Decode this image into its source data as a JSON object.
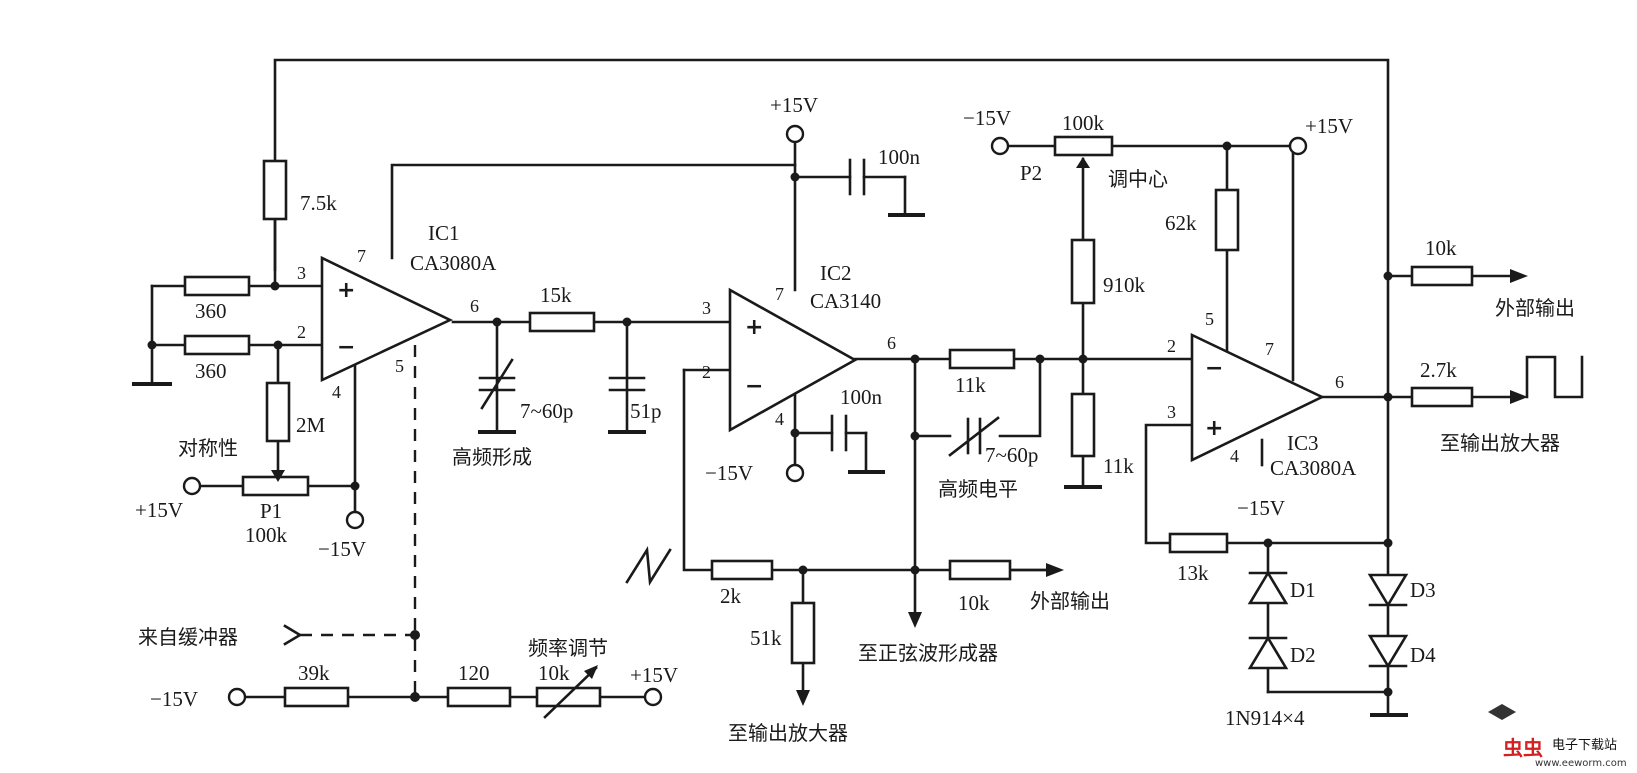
{
  "rails": {
    "pos15v": "+15V",
    "neg15v": "−15V"
  },
  "ics": [
    {
      "id": "IC1",
      "part": "CA3080A"
    },
    {
      "id": "IC2",
      "part": "CA3140"
    },
    {
      "id": "IC3",
      "part": "CA3080A"
    }
  ],
  "pins": {
    "ic1": {
      "p3": "3",
      "p2": "2",
      "p7": "7",
      "p4": "4",
      "p5": "5",
      "p6": "6"
    },
    "ic2": {
      "p3": "3",
      "p2": "2",
      "p7": "7",
      "p4": "4",
      "p6": "6"
    },
    "ic3": {
      "p2": "2",
      "p3": "3",
      "p5": "5",
      "p7": "7",
      "p4": "4",
      "p6": "6"
    }
  },
  "opamp_signs": {
    "plus": "+",
    "minus": "−"
  },
  "resistors": {
    "r_7k5": "7.5k",
    "r_360a": "360",
    "r_360b": "360",
    "r_2m": "2M",
    "r_15k": "15k",
    "r_11k_series": "11k",
    "r_910k": "910k",
    "r_11k_shunt": "11k",
    "r_62k": "62k",
    "r_10k_out": "10k",
    "r_2k7": "2.7k",
    "r_13k": "13k",
    "r_2k": "2k",
    "r_51k": "51k",
    "r_10k_tri": "10k",
    "r_39k": "39k",
    "r_120": "120"
  },
  "pots": {
    "p1": {
      "name": "P1",
      "value": "100k",
      "function": "对称性"
    },
    "p2": {
      "name": "P2",
      "value": "100k",
      "function": "调中心"
    },
    "freq": {
      "value": "10k",
      "function": "频率调节"
    }
  },
  "capacitors": {
    "c_trim1": "7~60p",
    "c_51p": "51p",
    "c_100n_top": "100n",
    "c_100n_bot": "100n",
    "c_trim2": "7~60p"
  },
  "functions": {
    "hf_shaping": "高频形成",
    "hf_level": "高频电平"
  },
  "diodes": {
    "d1": "D1",
    "d2": "D2",
    "d3": "D3",
    "d4": "D4",
    "part": "1N914×4"
  },
  "io": {
    "ext_out_top": "外部输出",
    "to_amp_right": "至输出放大器",
    "ext_out_bottom": "外部输出",
    "to_sine_shaper": "至正弦波形成器",
    "to_amp_bottom": "至输出放大器",
    "from_buffer": "来自缓冲器"
  },
  "watermark": {
    "brand": "虫虫",
    "site": "电子下载站",
    "url": "www.eeworm.com"
  }
}
